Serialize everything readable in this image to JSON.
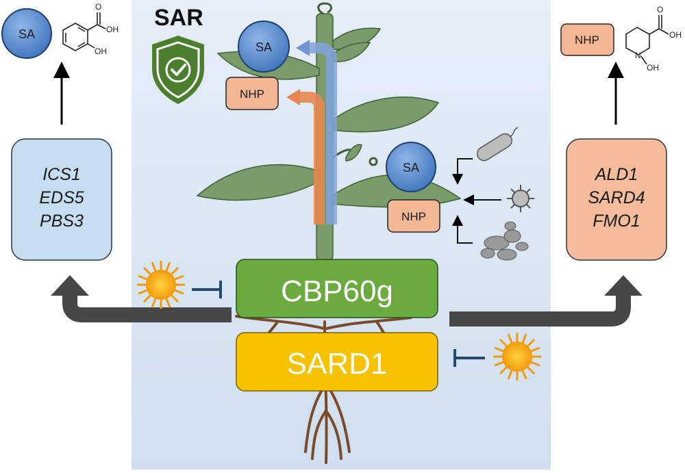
{
  "title": "SAR",
  "colors": {
    "panel_bg": "#dde8f3",
    "sa_fill": "#5b8fd0",
    "nhp_fill": "#f4b796",
    "cbp_fill": "#6aaa3f",
    "sard_fill": "#f7c300",
    "shield": "#4b7f2e",
    "inhibit": "#24476e",
    "gray_arrow": "#474747",
    "blue_flow": "#7fa3da",
    "orange_flow": "#e7874f"
  },
  "left": {
    "molecule": "SA",
    "genes": [
      "ICS1",
      "EDS5",
      "PBS3"
    ],
    "structure": {
      "oh1": "OH",
      "oh2": "OH",
      "o": "O"
    }
  },
  "right": {
    "molecule": "NHP",
    "genes": [
      "ALD1",
      "SARD4",
      "FMO1"
    ],
    "structure": {
      "oh1": "OH",
      "o": "O",
      "n": "N",
      "oh2": "OH"
    }
  },
  "plant": {
    "top_sa": "SA",
    "top_nhp": "NHP",
    "leaf_sa": "SA",
    "leaf_nhp": "NHP"
  },
  "regulators": {
    "cbp": "CBP60g",
    "sard": "SARD1"
  },
  "pathogen_icons": [
    "bacterium-icon",
    "virus-icon",
    "fungus-icon"
  ]
}
